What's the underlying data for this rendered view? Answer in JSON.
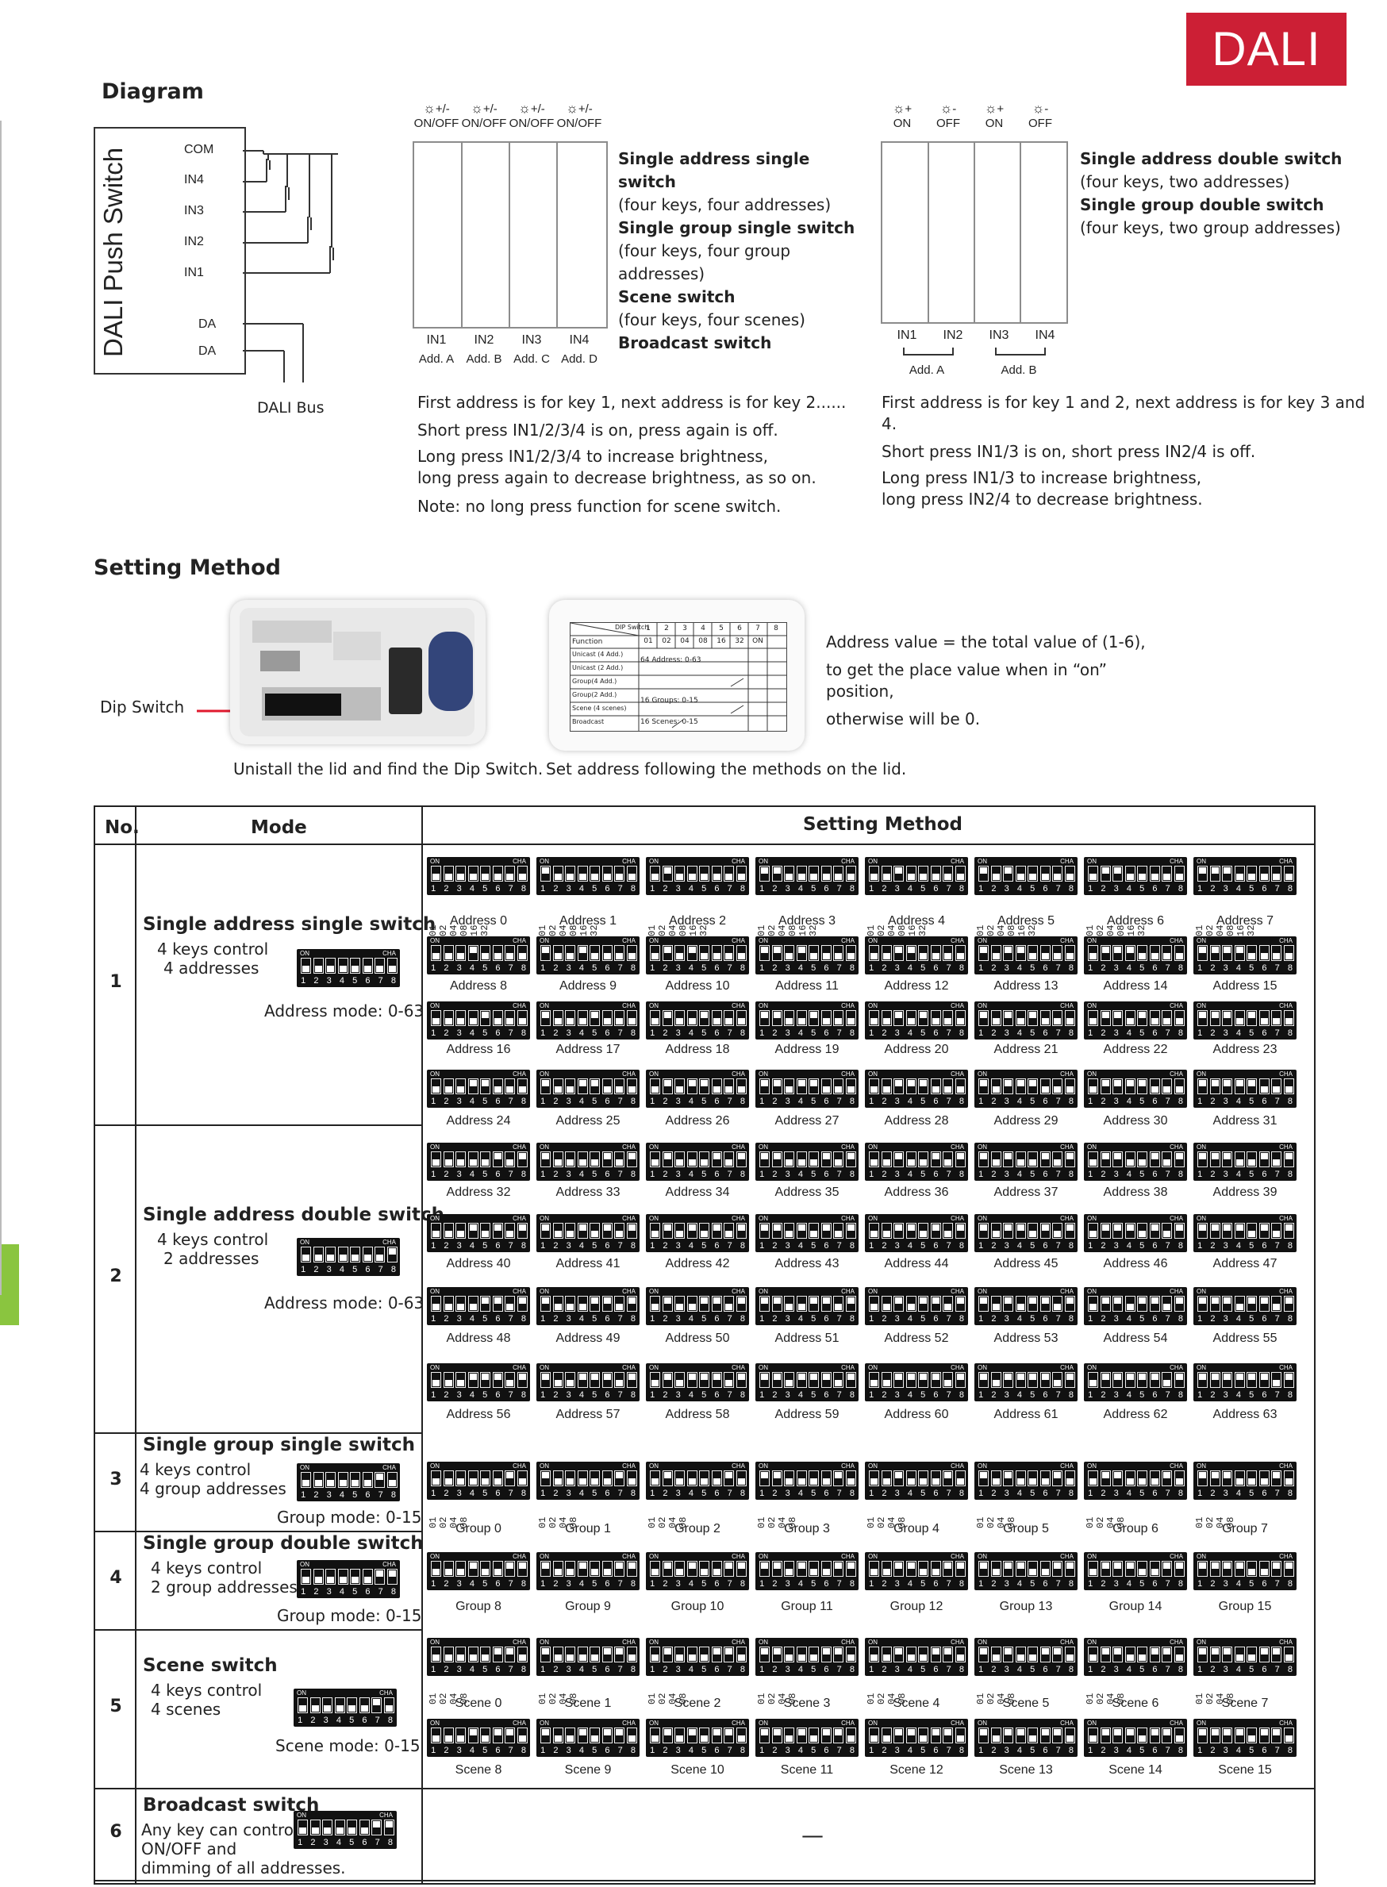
{
  "brand": "DALI",
  "diagram": {
    "heading": "Diagram",
    "device_label": "DALI Push Switch",
    "terminals": [
      "COM",
      "IN4",
      "IN3",
      "IN2",
      "IN1",
      "DA",
      "DA"
    ],
    "bus_label": "DALI Bus",
    "left_switch": {
      "key_symbols": [
        "+/-",
        "+/-",
        "+/-",
        "+/-"
      ],
      "key_states": [
        "ON/OFF",
        "ON/OFF",
        "ON/OFF",
        "ON/OFF"
      ],
      "inputs": [
        "IN1",
        "IN2",
        "IN3",
        "IN4"
      ],
      "addresses": [
        "Add. A",
        "Add. B",
        "Add. C",
        "Add. D"
      ],
      "modes": [
        {
          "title": "Single address single switch",
          "desc": "(four keys, four addresses)"
        },
        {
          "title": "Single group single switch",
          "desc": "(four keys, four group addresses)"
        },
        {
          "title": "Scene switch",
          "desc": "(four keys, four scenes)"
        },
        {
          "title": "Broadcast switch",
          "desc": ""
        }
      ],
      "notes": [
        "First address is for key 1, next address is for key 2......",
        "Short press IN1/2/3/4 is on, press again is off.",
        "Long press IN1/2/3/4 to increase brightness,",
        "long press again to decrease brightness, as so on.",
        "Note: no long press function for scene switch."
      ]
    },
    "right_switch": {
      "key_symbols": [
        "+",
        "-",
        "+",
        "-"
      ],
      "key_states": [
        "ON",
        "OFF",
        "ON",
        "OFF"
      ],
      "inputs": [
        "IN1",
        "IN2",
        "IN3",
        "IN4"
      ],
      "addresses": [
        "Add. A",
        "Add. B"
      ],
      "modes": [
        {
          "title": "Single address double switch",
          "desc": "(four keys, two addresses)"
        },
        {
          "title": "Single group double switch",
          "desc": "(four keys, two group addresses)"
        }
      ],
      "notes": [
        "First address is for key 1 and 2, next address is for key 3 and 4.",
        "Short press IN1/3 is on, short press IN2/4 is off.",
        "Long press IN1/3 to increase brightness,",
        "long press IN2/4 to decrease brightness."
      ]
    }
  },
  "setting": {
    "heading": "Setting Method",
    "dip_label": "Dip Switch",
    "caption_left": "Unistall the lid and find the Dip Switch.",
    "caption_right": "Set address following the methods on the lid.",
    "address_note": [
      "Address value = the total value of (1-6),",
      "to get the place value when in “on” position,",
      "otherwise will be 0."
    ],
    "lid_table": {
      "header_left": "DIP Switch",
      "function_label": "Function",
      "positions": [
        "1",
        "2",
        "3",
        "4",
        "5",
        "6",
        "7",
        "8"
      ],
      "weights": [
        "01",
        "02",
        "04",
        "08",
        "16",
        "32",
        "ON"
      ],
      "rows": [
        "Unicast (4 Add.)",
        "Unicast (2 Add.)",
        "Group(4 Add.)",
        "Group(2 Add.)",
        "Scene (4 scenes)",
        "Broadcast"
      ],
      "notes": [
        "64 Address: 0-63",
        "16 Groups: 0-15",
        "16 Scenes: 0-15"
      ]
    }
  },
  "table": {
    "headers": [
      "No.",
      "Mode",
      "Setting Method"
    ],
    "switch_on": "ON",
    "switch_cha": "CHA",
    "switch_positions": [
      "1",
      "2",
      "3",
      "4",
      "5",
      "6",
      "7",
      "8"
    ],
    "weights6": [
      "01",
      "02",
      "04",
      "08",
      "16",
      "32"
    ],
    "weights4": [
      "01",
      "02",
      "04",
      "08"
    ],
    "broadcast_setting": "—",
    "rows": [
      {
        "no": "1",
        "title": "Single address single switch",
        "lines": [
          "4 keys control",
          "4 addresses"
        ],
        "mode": "Address mode: 0-63"
      },
      {
        "no": "2",
        "title": "Single address double switch",
        "lines": [
          "4 keys control",
          "2 addresses"
        ],
        "mode": "Address mode: 0-63"
      },
      {
        "no": "3",
        "title": "Single group single switch",
        "lines": [
          "4 keys control",
          "4 group addresses"
        ],
        "mode": "Group mode: 0-15"
      },
      {
        "no": "4",
        "title": "Single group double switch",
        "lines": [
          "4 keys control",
          "2 group addresses"
        ],
        "mode": "Group mode: 0-15"
      },
      {
        "no": "5",
        "title": "Scene switch",
        "lines": [
          "4 keys control",
          "4 scenes"
        ],
        "mode": "Scene mode: 0-15"
      },
      {
        "no": "6",
        "title": "Broadcast switch",
        "lines": [
          "Any key can control",
          "ON/OFF and",
          "dimming of all addresses."
        ],
        "mode": ""
      }
    ],
    "address_labels": [
      "Address 0",
      "Address 1",
      "Address 2",
      "Address 3",
      "Address 4",
      "Address 5",
      "Address 6",
      "Address 7",
      "Address 8",
      "Address 9",
      "Address 10",
      "Address 11",
      "Address 12",
      "Address 13",
      "Address 14",
      "Address 15",
      "Address 16",
      "Address 17",
      "Address 18",
      "Address 19",
      "Address 20",
      "Address 21",
      "Address 22",
      "Address 23",
      "Address 24",
      "Address 25",
      "Address 26",
      "Address 27",
      "Address 28",
      "Address 29",
      "Address 30",
      "Address 31",
      "Address 32",
      "Address 33",
      "Address 34",
      "Address 35",
      "Address 36",
      "Address 37",
      "Address 38",
      "Address 39",
      "Address 40",
      "Address 41",
      "Address 42",
      "Address 43",
      "Address 44",
      "Address 45",
      "Address 46",
      "Address 47",
      "Address 48",
      "Address 49",
      "Address 50",
      "Address 51",
      "Address 52",
      "Address 53",
      "Address 54",
      "Address 55",
      "Address 56",
      "Address 57",
      "Address 58",
      "Address 59",
      "Address 60",
      "Address 61",
      "Address 62",
      "Address 63"
    ],
    "group_labels": [
      "Group 0",
      "Group 1",
      "Group 2",
      "Group 3",
      "Group 4",
      "Group 5",
      "Group 6",
      "Group 7",
      "Group 8",
      "Group 9",
      "Group 10",
      "Group 11",
      "Group 12",
      "Group 13",
      "Group 14",
      "Group 15"
    ],
    "scene_labels": [
      "Scene 0",
      "Scene 1",
      "Scene 2",
      "Scene 3",
      "Scene 4",
      "Scene 5",
      "Scene 6",
      "Scene 7",
      "Scene 8",
      "Scene 9",
      "Scene 10",
      "Scene 11",
      "Scene 12",
      "Scene 13",
      "Scene 14",
      "Scene 15"
    ]
  }
}
